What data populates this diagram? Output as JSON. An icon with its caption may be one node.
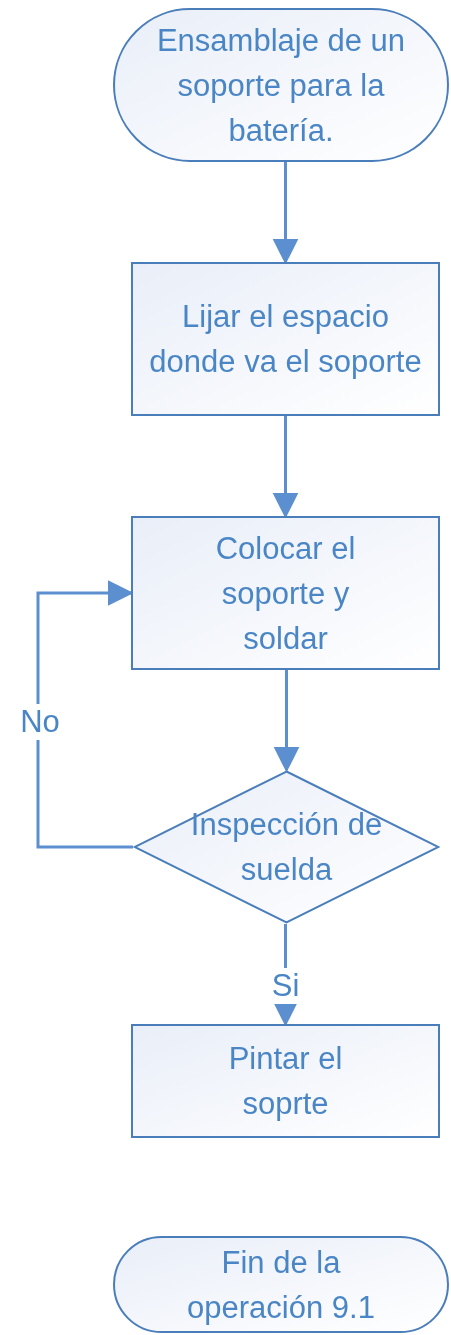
{
  "diagram": {
    "nodes": [
      {
        "text": [
          "Ensamblaje de un soporte para la batería."
        ]
      },
      {
        "text": [
          "Lijar el espacio donde va el soporte"
        ]
      },
      {
        "text": [
          "Colocar el soporte y soldar"
        ]
      },
      {
        "text": [
          "Inspección de suelda"
        ]
      },
      {
        "text": [
          "Pintar el soprte"
        ]
      },
      {
        "text": [
          "Fin de la operación 9.1"
        ]
      }
    ],
    "edges": [
      {
        "from": 0,
        "to": 1,
        "arrow": "to"
      },
      {
        "from": 1,
        "to": 2,
        "arrow": "to"
      },
      {
        "from": 2,
        "to": 3,
        "arrow": "to"
      },
      {
        "from": 3,
        "to": 4,
        "arrow": "to",
        "label": "Si"
      },
      {
        "from": 3,
        "to": 2,
        "arrow": "to",
        "label": "No"
      }
    ]
  }
}
